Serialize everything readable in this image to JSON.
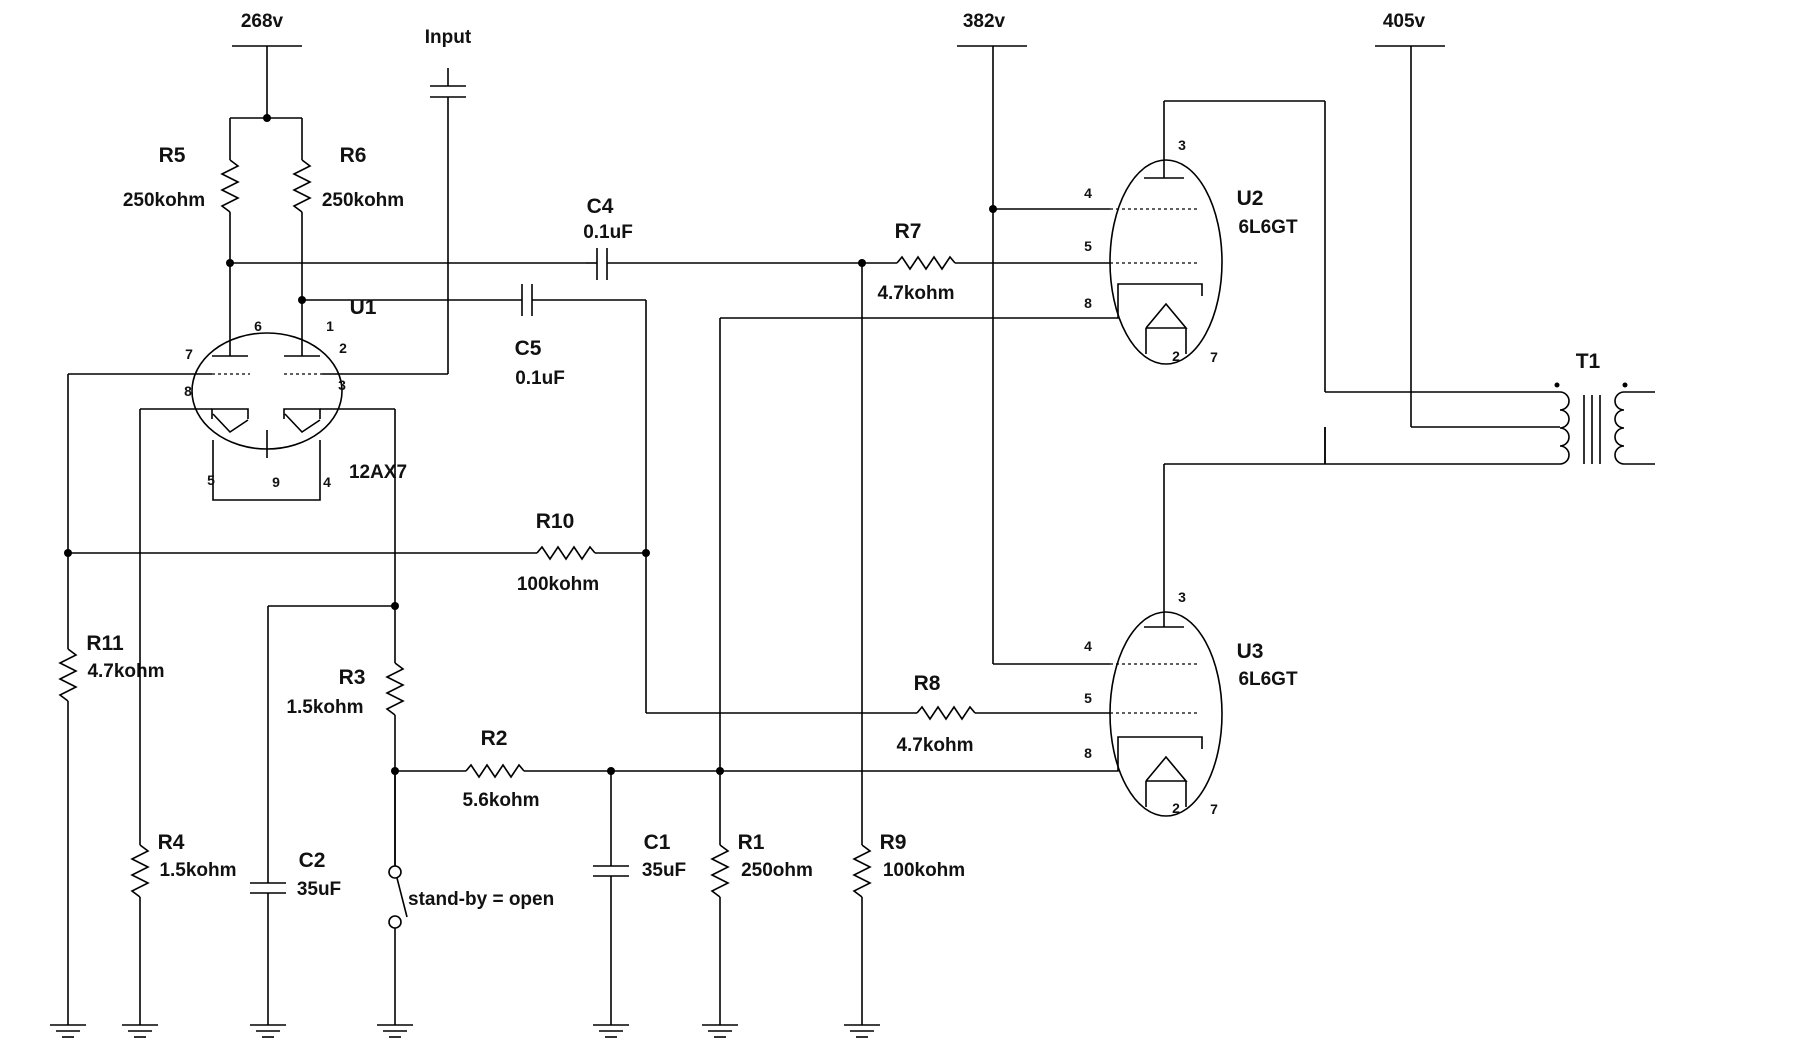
{
  "rails": {
    "v268": "268v",
    "v382": "382v",
    "v405": "405v",
    "input": "Input"
  },
  "components": {
    "R5": {
      "ref": "R5",
      "value": "250kohm"
    },
    "R6": {
      "ref": "R6",
      "value": "250kohm"
    },
    "C4": {
      "ref": "C4",
      "value": "0.1uF"
    },
    "C5": {
      "ref": "C5",
      "value": "0.1uF"
    },
    "R7": {
      "ref": "R7",
      "value": "4.7kohm"
    },
    "R8": {
      "ref": "R8",
      "value": "4.7kohm"
    },
    "R10": {
      "ref": "R10",
      "value": "100kohm"
    },
    "R11": {
      "ref": "R11",
      "value": "4.7kohm"
    },
    "R3": {
      "ref": "R3",
      "value": "1.5kohm"
    },
    "R2": {
      "ref": "R2",
      "value": "5.6kohm"
    },
    "R4": {
      "ref": "R4",
      "value": "1.5kohm"
    },
    "C2": {
      "ref": "C2",
      "value": "35uF"
    },
    "C1": {
      "ref": "C1",
      "value": "35uF"
    },
    "R1": {
      "ref": "R1",
      "value": "250ohm"
    },
    "R9": {
      "ref": "R9",
      "value": "100kohm"
    },
    "U1": {
      "ref": "U1",
      "value": "12AX7"
    },
    "U2": {
      "ref": "U2",
      "value": "6L6GT"
    },
    "U3": {
      "ref": "U3",
      "value": "6L6GT"
    },
    "T1": {
      "ref": "T1"
    },
    "SW": {
      "label": "stand-by = open"
    }
  },
  "pins": {
    "u1": [
      "6",
      "1",
      "7",
      "2",
      "8",
      "3",
      "5",
      "9",
      "4"
    ],
    "u2": [
      "3",
      "4",
      "5",
      "8",
      "2",
      "7"
    ],
    "u3": [
      "3",
      "4",
      "5",
      "8",
      "2",
      "7"
    ]
  }
}
